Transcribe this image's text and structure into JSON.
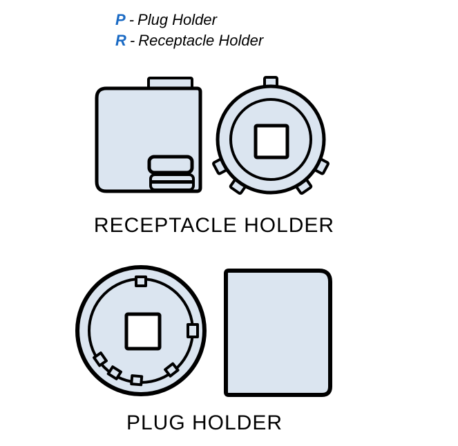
{
  "colors": {
    "accent_blue": "#1a6ac4",
    "shape_fill": "#dbe5f0",
    "outline": "#000000",
    "hole_fill": "#ffffff",
    "background": "#ffffff"
  },
  "legend": {
    "separator": "-",
    "items": [
      {
        "key": "P",
        "label": "Plug Holder"
      },
      {
        "key": "R",
        "label": "Receptacle Holder"
      }
    ]
  },
  "figures": {
    "receptacle": {
      "caption": "RECEPTACLE HOLDER"
    },
    "plug": {
      "caption": "PLUG HOLDER"
    }
  }
}
